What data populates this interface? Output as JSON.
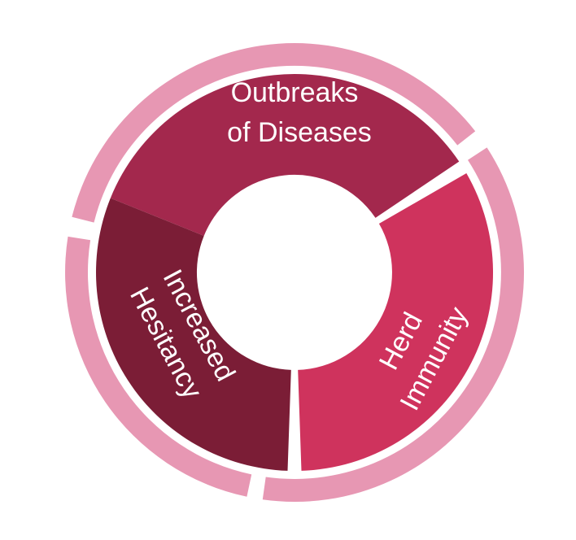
{
  "diagram": {
    "segments": [
      {
        "id": "outbreaks",
        "lines": [
          "Outbreaks",
          "of Diseases"
        ],
        "color": "#a3284d",
        "ring_color": "#e797b3"
      },
      {
        "id": "herd",
        "lines": [
          "Herd",
          "Immunity"
        ],
        "color": "#cf335d",
        "ring_color": "#e797b3"
      },
      {
        "id": "hesitancy",
        "lines": [
          "Increased",
          "Hesitancy"
        ],
        "color": "#7b1d36",
        "ring_color": "#e797b3"
      }
    ],
    "background": "#ffffff"
  }
}
